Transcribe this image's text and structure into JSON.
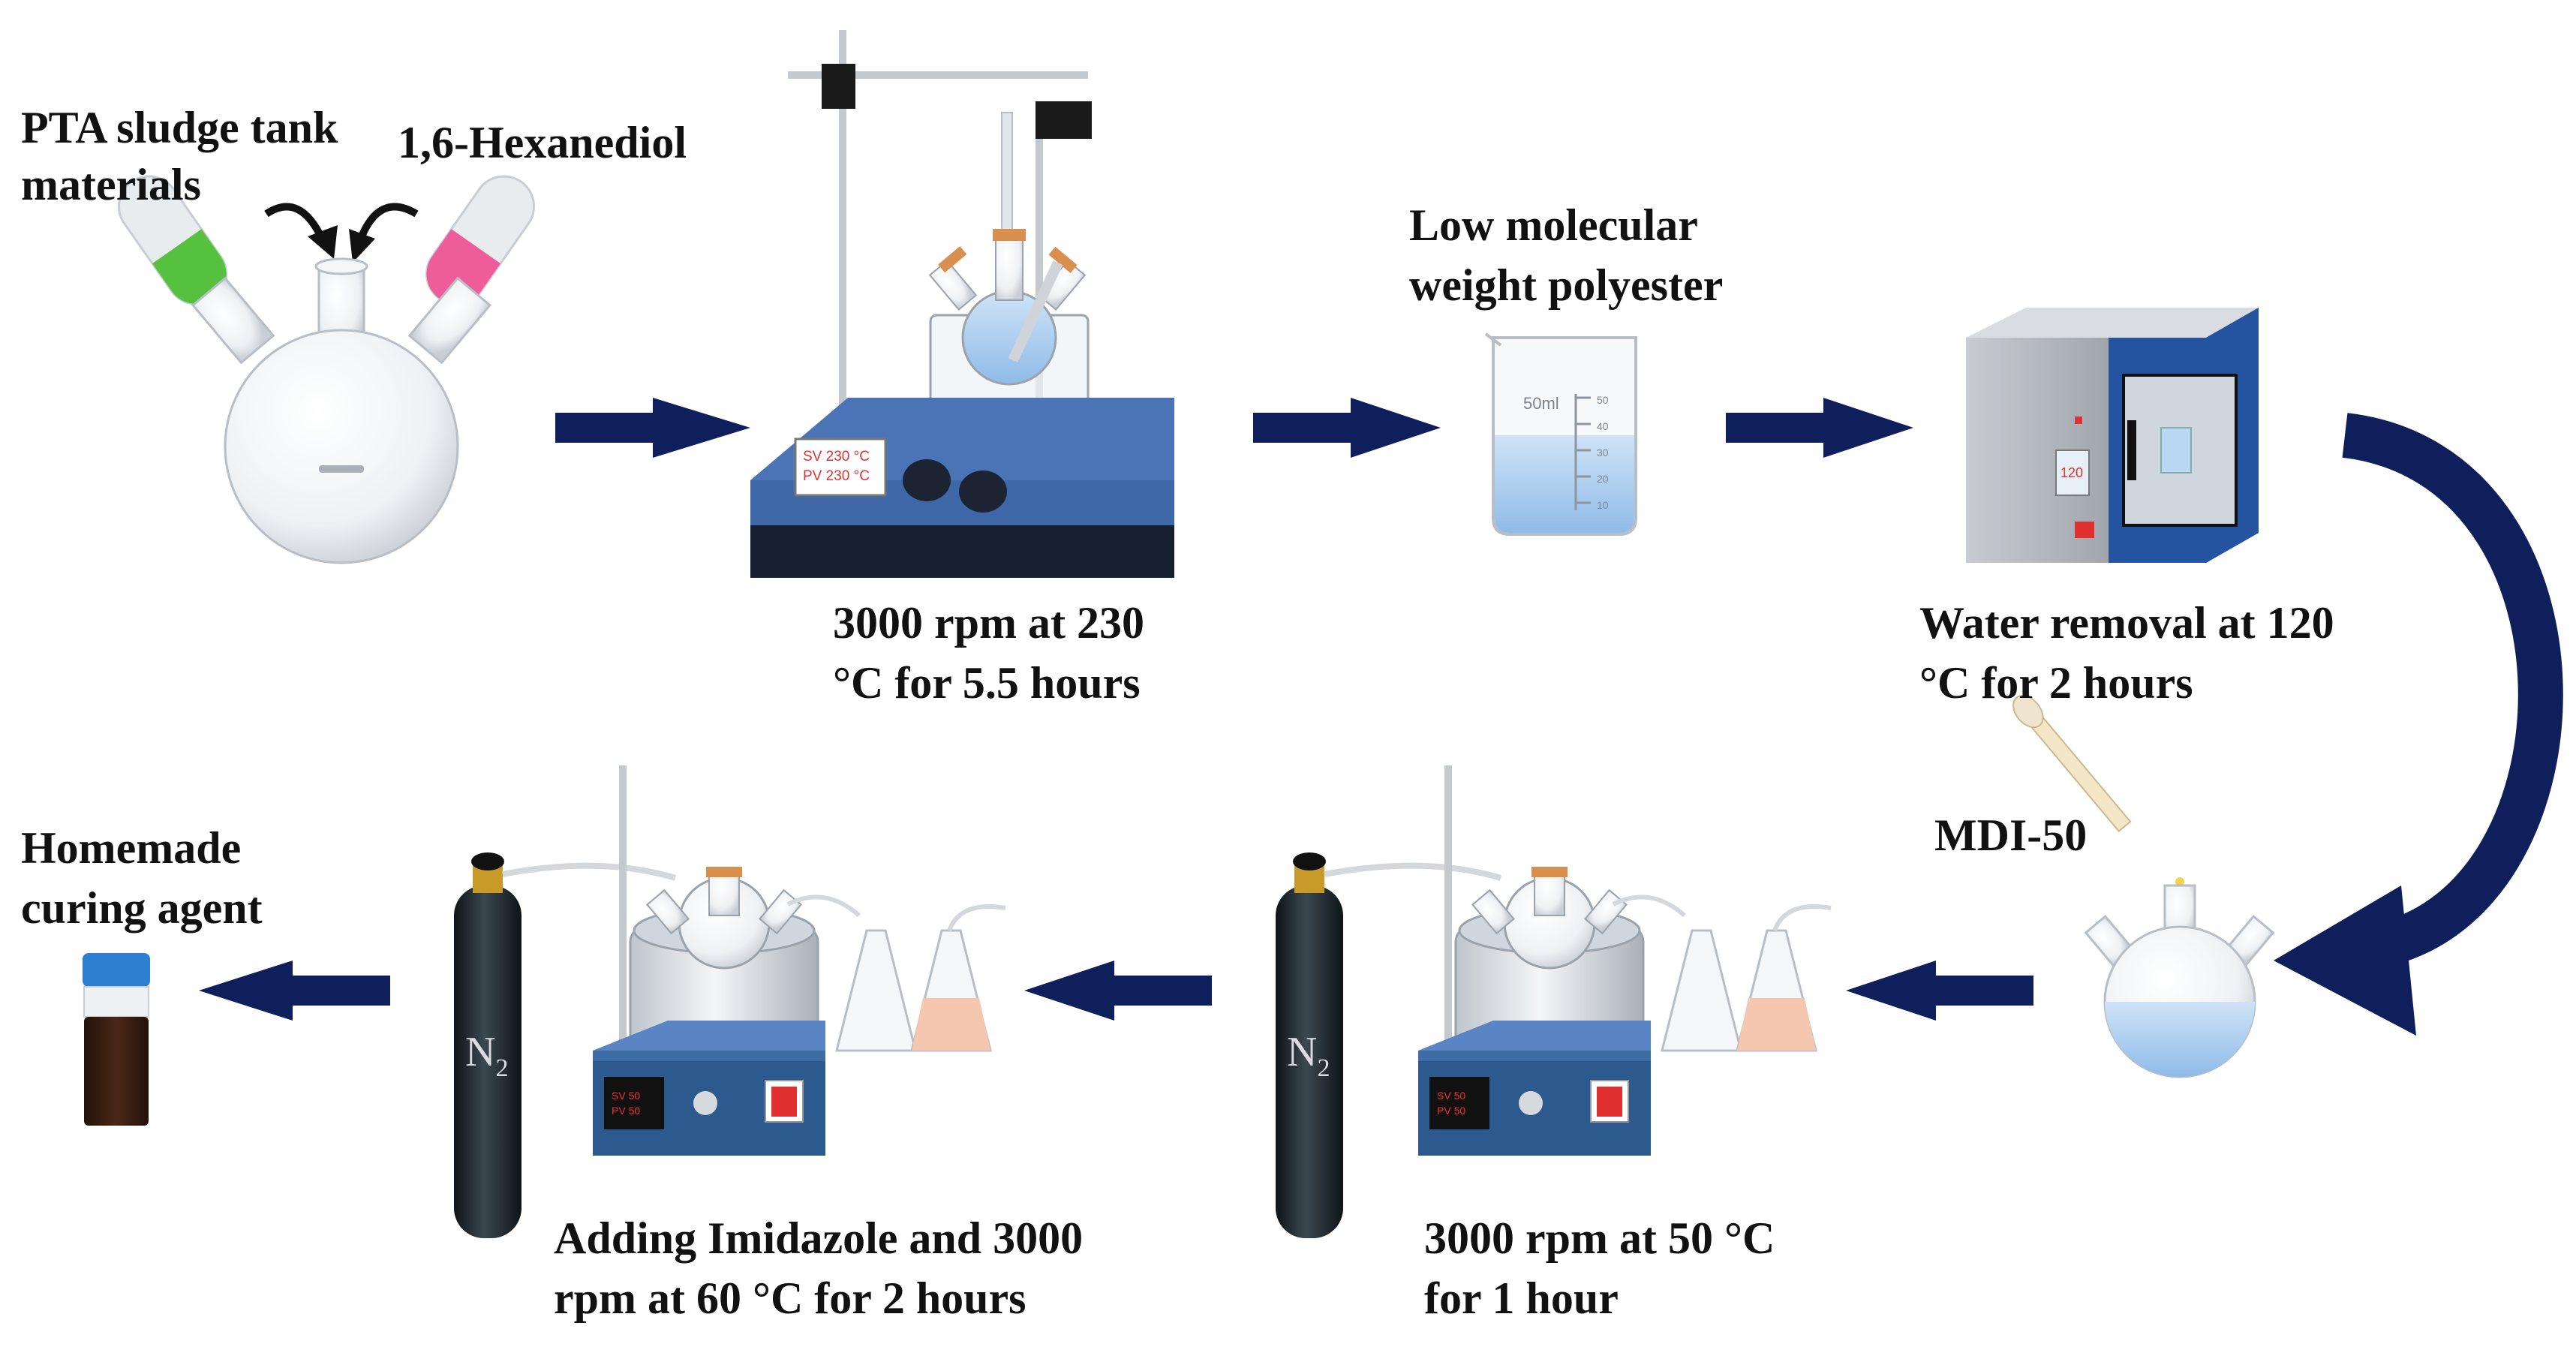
{
  "colors": {
    "arrow": "#0e1f5b",
    "green_vial": "#55c13f",
    "pink_vial": "#ee5c99",
    "oven_door": "#1f4e9c",
    "liquid": "#b9d6f3",
    "heater_body": "#2d5a8e",
    "n2_cylinder": "#1c252b",
    "curing_agent": "#3a1f12",
    "vial_cap": "#2f7fd1",
    "flask_pink_liquid": "#f6c7b0"
  },
  "labels": {
    "pta_line1": "PTA sludge tank",
    "pta_line2": "materials",
    "hexanediol": "1,6-Hexanediol",
    "step1_line1": "3000 rpm at 230",
    "step1_line2": "°C for 5.5 hours",
    "lmw_line1": "Low molecular",
    "lmw_line2": "weight polyester",
    "water_line1": "Water removal at 120",
    "water_line2": "°C for 2 hours",
    "mdi": "MDI-50",
    "step3_line1": "3000 rpm at 50 °C",
    "step3_line2": "for 1 hour",
    "step4_line1": "Adding Imidazole and 3000",
    "step4_line2": "rpm at 60 °C for 2 hours",
    "homemade_line1": "Homemade",
    "homemade_line2": "curing agent"
  },
  "equipment_text": {
    "stirrer_sv": "SV 230 °C",
    "stirrer_pv": "PV 230 °C",
    "beaker_volume": "50ml",
    "beaker_ticks": [
      "50",
      "40",
      "30",
      "20",
      "10"
    ],
    "oven_display": "120",
    "heater_sv": "SV 50",
    "heater_pv": "PV 50",
    "n2_symbol": "N",
    "n2_subscript": "2"
  }
}
